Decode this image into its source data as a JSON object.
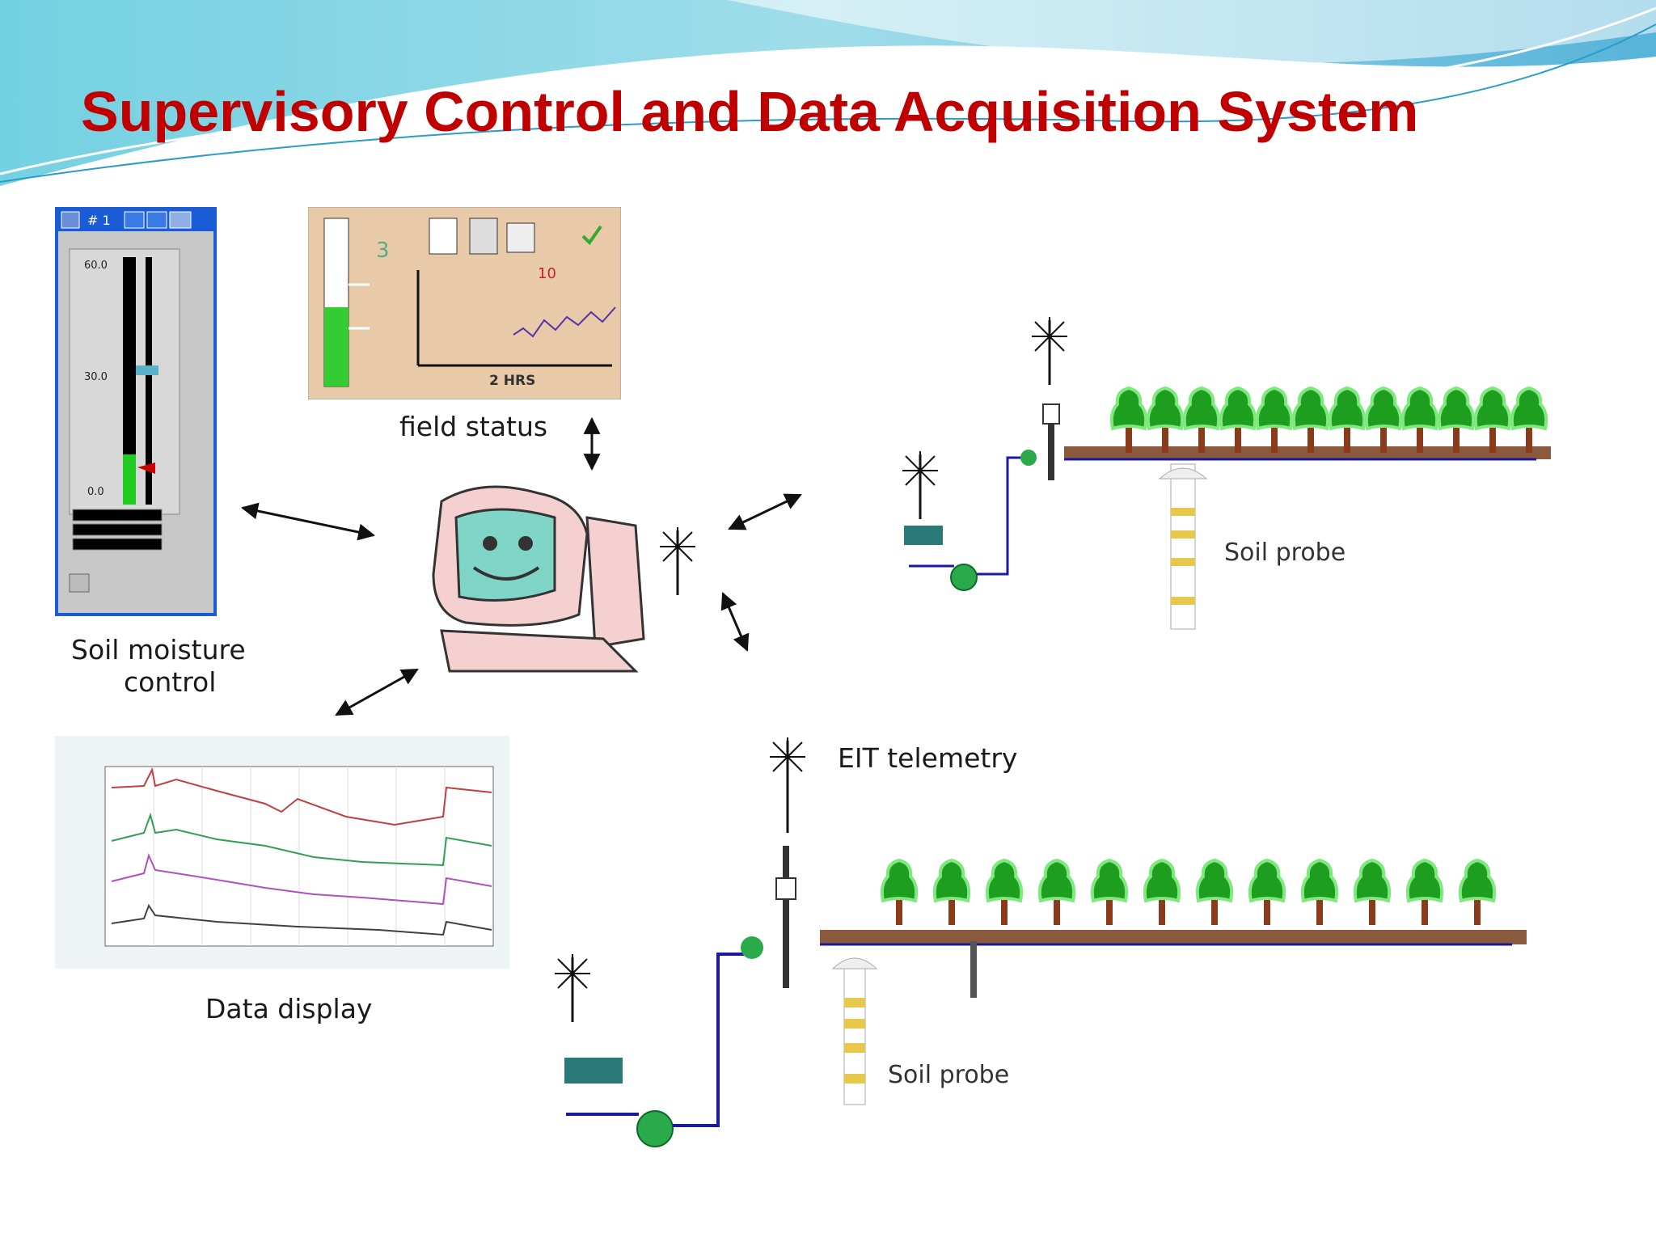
{
  "slide": {
    "title": "Supervisory Control and Data Acquisition System"
  },
  "labels": {
    "field_status": "field status",
    "soil_moisture_control_line1": "Soil moisture",
    "soil_moisture_control_line2": "control",
    "data_display": "Data display",
    "eit_telemetry": "EIT telemetry",
    "soil_probe_top": "Soil probe",
    "soil_probe_bottom": "Soil probe"
  },
  "soil_window": {
    "title": "# 1",
    "scale_top": "60.0",
    "scale_mid": "30.0",
    "scale_low": "0.0"
  },
  "field_status_panel": {
    "level_number": "3",
    "value_red": "10",
    "time_label": "2 HRS"
  },
  "colors": {
    "title_red": "#c00000",
    "tree_green": "#1e9e1e",
    "pipe_blue": "#1a1aa0",
    "soil_brown": "#8b5a3c",
    "panel_tan": "#e8c9a8",
    "window_blue": "#1a5cd6"
  },
  "icons": [
    "antenna-icon",
    "computer-icon",
    "pump-icon",
    "tree-icon",
    "valve-icon"
  ]
}
